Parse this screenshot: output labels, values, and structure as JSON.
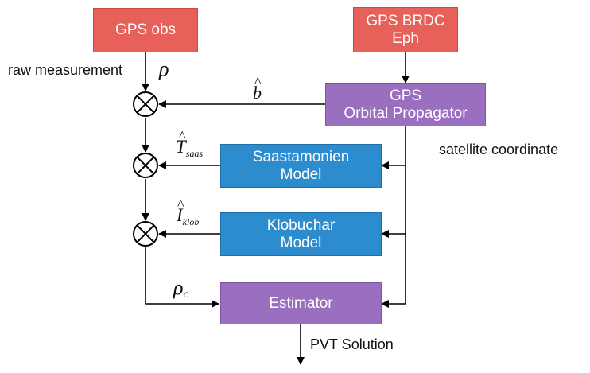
{
  "boxes": {
    "gps_obs": {
      "line1": "GPS obs"
    },
    "gps_brdc": {
      "line1": "GPS BRDC",
      "line2": "Eph"
    },
    "orbital_propagator": {
      "line1": "GPS",
      "line2": "Orbital Propagator"
    },
    "saastamonien": {
      "line1": "Saastamonien",
      "line2": "Model"
    },
    "klobuchar": {
      "line1": "Klobuchar",
      "line2": "Model"
    },
    "estimator": {
      "line1": "Estimator"
    }
  },
  "labels": {
    "raw_measurement": "raw measurement",
    "satellite_coordinate": "satellite coordinate",
    "pvt_solution": "PVT Solution"
  },
  "symbols": {
    "rho": "ρ",
    "b_hat": "b",
    "hat": "^",
    "T": "T",
    "T_sub": "saas",
    "I": "I",
    "I_sub": "klob",
    "rho_c": "ρ",
    "rho_c_sub": "c"
  },
  "colors": {
    "red_box": "#e8605a",
    "purple_box": "#9b6fc0",
    "blue_box": "#2d8ccd",
    "line": "#000000"
  }
}
